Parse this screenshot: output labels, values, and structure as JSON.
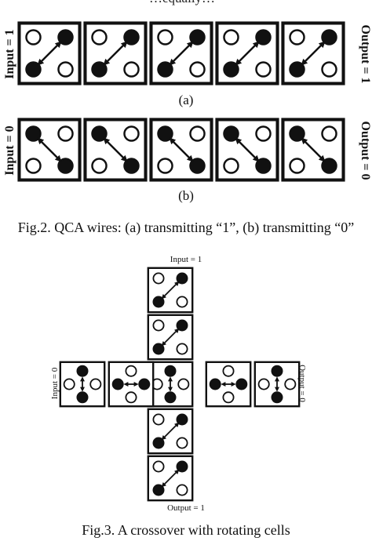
{
  "top_fragment": "…equally…",
  "fig2": {
    "row_a": {
      "input_label": "Input = 1",
      "output_label": "Output = 1",
      "sublabel": "(a)",
      "cells": [
        "diag-1",
        "diag-1",
        "diag-1",
        "diag-1",
        "diag-1"
      ]
    },
    "row_b": {
      "input_label": "Input = 0",
      "output_label": "Output = 0",
      "sublabel": "(b)",
      "cells": [
        "diag-0",
        "diag-0",
        "diag-0",
        "diag-0",
        "diag-0"
      ]
    },
    "caption": "Fig.2. QCA wires: (a) transmitting “1”, (b) transmitting “0”"
  },
  "fig3": {
    "input_top": "Input = 1",
    "output_bottom": "Output = 1",
    "input_left": "Input = 0",
    "output_right": "Output = 0",
    "vertical_cells": [
      "diag-1",
      "diag-1",
      "vert",
      "diag-1",
      "diag-1"
    ],
    "horizontal_cells": [
      "vert",
      "horiz",
      "vert",
      "horiz",
      "vert"
    ],
    "caption": "Fig.3. A crossover with rotating cells"
  }
}
